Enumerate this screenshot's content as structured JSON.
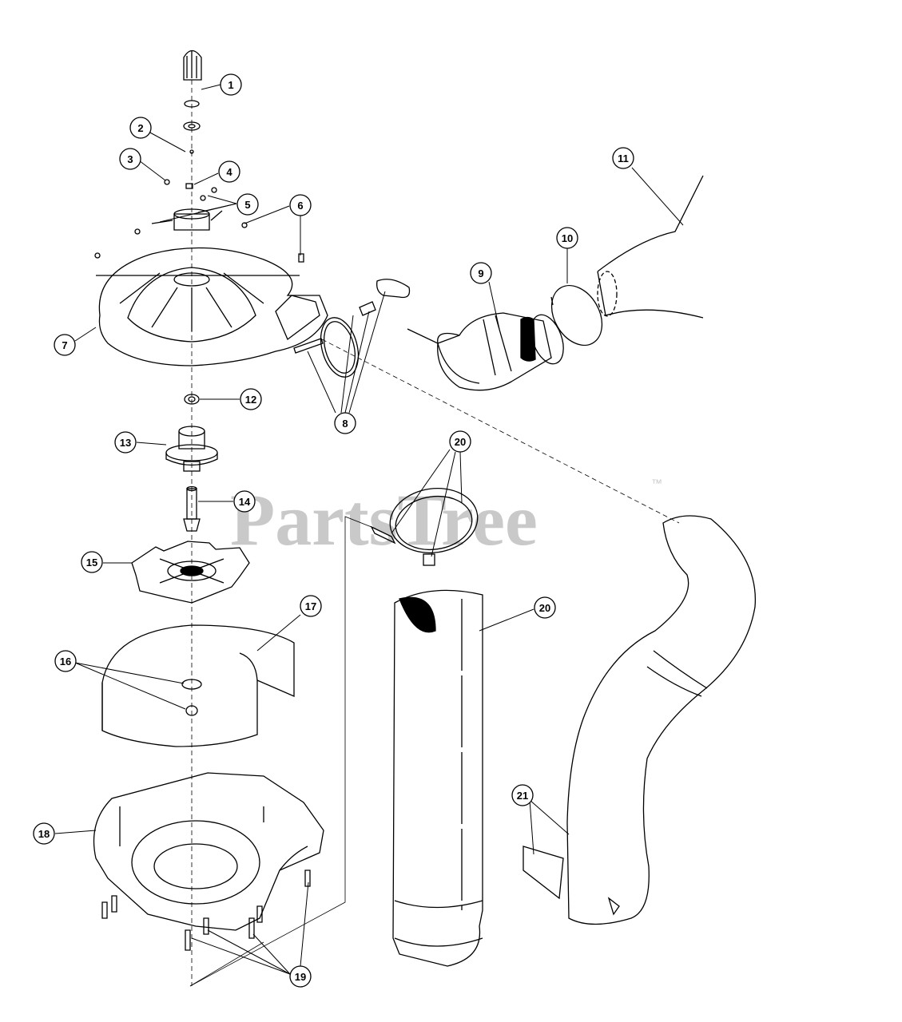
{
  "watermark": {
    "text": "PartsTree",
    "trademark": "™"
  },
  "callouts": [
    {
      "label": "1"
    },
    {
      "label": "2"
    },
    {
      "label": "3"
    },
    {
      "label": "4"
    },
    {
      "label": "5"
    },
    {
      "label": "6"
    },
    {
      "label": "7"
    },
    {
      "label": "8"
    },
    {
      "label": "9"
    },
    {
      "label": "10"
    },
    {
      "label": "11"
    },
    {
      "label": "12"
    },
    {
      "label": "13"
    },
    {
      "label": "14"
    },
    {
      "label": "15"
    },
    {
      "label": "16"
    },
    {
      "label": "17"
    },
    {
      "label": "18"
    },
    {
      "label": "19"
    },
    {
      "label": "20"
    },
    {
      "label": "20"
    },
    {
      "label": "21"
    }
  ],
  "colors": {
    "line": "#000000",
    "watermark": "#c9c9c9",
    "background": "#ffffff"
  }
}
